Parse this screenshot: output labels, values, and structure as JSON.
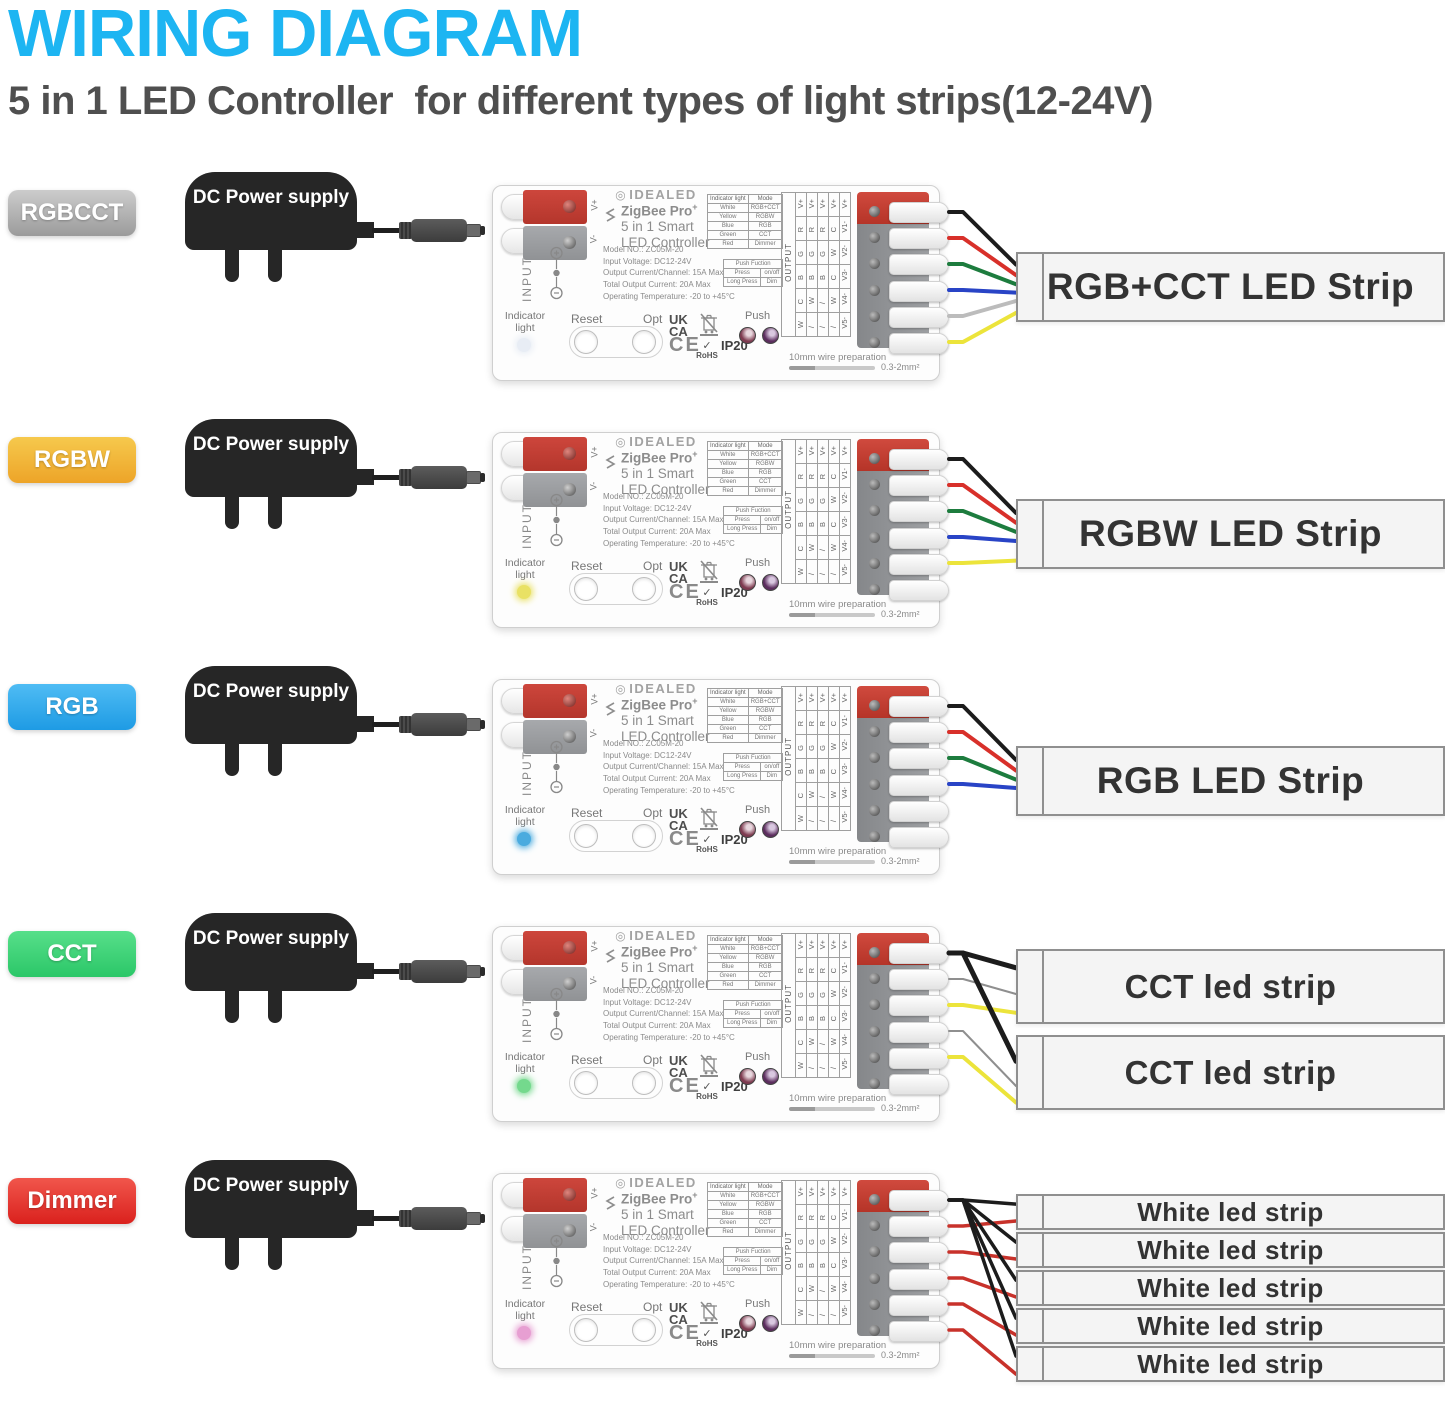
{
  "header": {
    "title": "WIRING DIAGRAM",
    "subtitle": "5 in 1 LED Controller  for different types of light strips(12-24V)",
    "title_color": "#1db5f2"
  },
  "power_supply": {
    "label": "DC Power supply"
  },
  "controller": {
    "brand": "IDEALED",
    "brand_mark": "◎",
    "product_line1": "ZigBee Pro",
    "product_line1_sup": "+",
    "product_line2": "5 in 1 Smart",
    "product_line3": "LED Controller",
    "specs": [
      "Model NO.: ZC05M-20",
      "Input Voltage: DC12-24V",
      "Output Current/Channel: 15A Max",
      "Total Output Current: 20A Max",
      "Operating Temperature: -20 to +45°C"
    ],
    "input_label": "INPUT",
    "vplus": "V+",
    "vminus": "V-",
    "indicator_label": "Indicator light",
    "reset_label": "Reset",
    "opt_label": "Opt",
    "push_label": "Push",
    "marks": {
      "ukca": "UK\nCA",
      "ce": "CE",
      "rohs": "RoHS",
      "rohs_check": "✓",
      "ip": "IP20"
    },
    "mode_table": {
      "headers": [
        "Indicator light",
        "Mode"
      ],
      "rows": [
        [
          "White",
          "RGB+CCT"
        ],
        [
          "Yellow",
          "RGBW"
        ],
        [
          "Blue",
          "RGB"
        ],
        [
          "Green",
          "CCT"
        ],
        [
          "Red",
          "Dimmer"
        ]
      ]
    },
    "push_table": {
      "header": "Push Fuction",
      "rows": [
        [
          "Press",
          "on/off"
        ],
        [
          "Long Press",
          "Dim"
        ]
      ]
    },
    "output_table": {
      "header": "OUTPUT",
      "grid": [
        [
          "V+",
          "V+",
          "V+",
          "V+",
          "V+"
        ],
        [
          "R",
          "R",
          "R",
          "C",
          "V1-"
        ],
        [
          "G",
          "G",
          "G",
          "W",
          "V2-"
        ],
        [
          "B",
          "B",
          "B",
          "C",
          "V3-"
        ],
        [
          "C",
          "W",
          "/",
          "W",
          "V4-"
        ],
        [
          "W",
          "/",
          "/",
          "/",
          "V5-"
        ]
      ]
    },
    "wire_note": "10mm wire preparation",
    "wire_spec": "0.3-2mm²"
  },
  "rows": [
    {
      "mode": "RGBCCT",
      "badge_colors": [
        "#cccccc",
        "#9b9b9b"
      ],
      "indicator_color": "#e8edf5",
      "strips": [
        "RGB+CCT LED Strip"
      ],
      "wires": [
        {
          "color": "#1c1c1c",
          "t": 0,
          "s": 0,
          "e": 0.18
        },
        {
          "color": "#d8302a",
          "t": 1,
          "s": 0,
          "e": 0.33
        },
        {
          "color": "#1d7c3e",
          "t": 2,
          "s": 0,
          "e": 0.46
        },
        {
          "color": "#2944c6",
          "t": 3,
          "s": 0,
          "e": 0.58
        },
        {
          "color": "#bcbcbc",
          "t": 4,
          "s": 0,
          "e": 0.7
        },
        {
          "color": "#ece43b",
          "t": 5,
          "s": 0,
          "e": 0.87
        }
      ]
    },
    {
      "mode": "RGBW",
      "badge_colors": [
        "#f6c94d",
        "#eda428"
      ],
      "indicator_color": "#e9e164",
      "strips": [
        "RGBW LED Strip"
      ],
      "wires": [
        {
          "color": "#1c1c1c",
          "t": 0,
          "s": 0,
          "e": 0.2
        },
        {
          "color": "#d8302a",
          "t": 1,
          "s": 0,
          "e": 0.34
        },
        {
          "color": "#1d7c3e",
          "t": 2,
          "s": 0,
          "e": 0.47
        },
        {
          "color": "#2944c6",
          "t": 3,
          "s": 0,
          "e": 0.6
        },
        {
          "color": "#ece43b",
          "t": 4,
          "s": 0,
          "e": 0.88
        }
      ]
    },
    {
      "mode": "RGB",
      "badge_colors": [
        "#4fbcf4",
        "#1e9be4"
      ],
      "indicator_color": "#4aabdf",
      "strips": [
        "RGB LED Strip"
      ],
      "wires": [
        {
          "color": "#1c1c1c",
          "t": 0,
          "s": 0,
          "e": 0.2
        },
        {
          "color": "#d8302a",
          "t": 1,
          "s": 0,
          "e": 0.35
        },
        {
          "color": "#1d7c3e",
          "t": 2,
          "s": 0,
          "e": 0.48
        },
        {
          "color": "#2944c6",
          "t": 3,
          "s": 0,
          "e": 0.6
        }
      ]
    },
    {
      "mode": "CCT",
      "badge_colors": [
        "#57df8a",
        "#2bc768"
      ],
      "indicator_color": "#74d98d",
      "strips": [
        "CCT led strip",
        "CCT led strip"
      ],
      "wires": [
        {
          "color": "#1c1c1c",
          "t": 0,
          "s": 0,
          "e": 0.25,
          "w": 5
        },
        {
          "color": "#8f8f8f",
          "t": 1,
          "s": 0,
          "e": 0.6,
          "w": 2
        },
        {
          "color": "#ece43b",
          "t": 2,
          "s": 0,
          "e": 0.85
        },
        {
          "color": "#1c1c1c",
          "t": 0,
          "s": 1,
          "e": 0.35,
          "w": 5
        },
        {
          "color": "#8f8f8f",
          "t": 3,
          "s": 1,
          "e": 0.68,
          "w": 2
        },
        {
          "color": "#ece43b",
          "t": 4,
          "s": 1,
          "e": 0.9
        }
      ]
    },
    {
      "mode": "Dimmer",
      "badge_colors": [
        "#f1564c",
        "#da211d"
      ],
      "indicator_color": "#e79fd2",
      "strips": [
        "White led strip",
        "White led strip",
        "White led strip",
        "White led strip",
        "White led strip"
      ],
      "wires": [
        {
          "color": "#1c1c1c",
          "t": 0,
          "s": 0,
          "e": 0.28,
          "w": 3.5
        },
        {
          "color": "#c8322b",
          "t": 1,
          "s": 0,
          "e": 0.75,
          "w": 3.5
        },
        {
          "color": "#1c1c1c",
          "t": 0,
          "s": 1,
          "e": 0.28,
          "w": 3.5
        },
        {
          "color": "#c8322b",
          "t": 2,
          "s": 1,
          "e": 0.75,
          "w": 3.5
        },
        {
          "color": "#1c1c1c",
          "t": 0,
          "s": 2,
          "e": 0.28,
          "w": 3.5
        },
        {
          "color": "#c8322b",
          "t": 3,
          "s": 2,
          "e": 0.75,
          "w": 3.5
        },
        {
          "color": "#1c1c1c",
          "t": 0,
          "s": 3,
          "e": 0.28,
          "w": 3.5
        },
        {
          "color": "#c8322b",
          "t": 4,
          "s": 3,
          "e": 0.75,
          "w": 3.5
        },
        {
          "color": "#1c1c1c",
          "t": 0,
          "s": 4,
          "e": 0.28,
          "w": 3.5
        },
        {
          "color": "#c8322b",
          "t": 5,
          "s": 4,
          "e": 0.78,
          "w": 3.5
        }
      ]
    }
  ]
}
